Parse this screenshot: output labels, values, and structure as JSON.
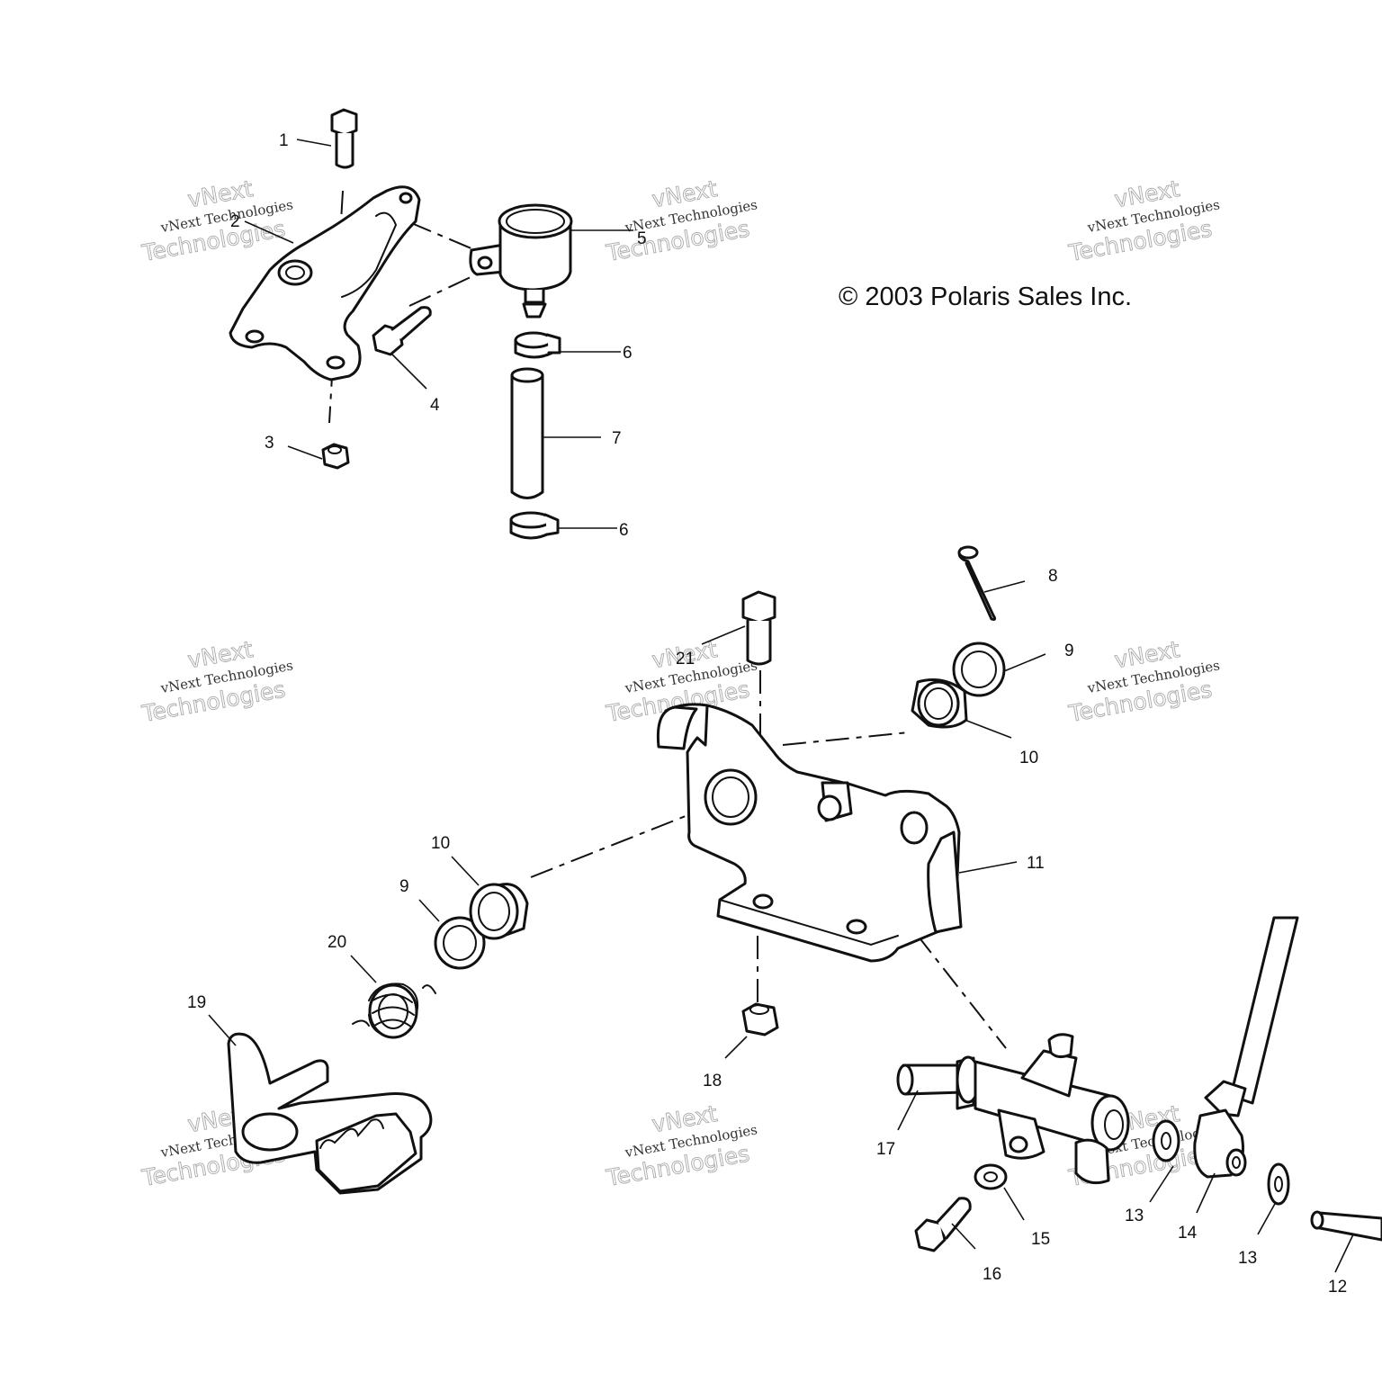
{
  "copyright": "© 2003 Polaris Sales Inc.",
  "watermark": {
    "line1": "vNext Technologies",
    "line2": "vNext",
    "line3": "Technologies"
  },
  "callouts": {
    "c1": "1",
    "c2": "2",
    "c3": "3",
    "c4": "4",
    "c5": "5",
    "c6a": "6",
    "c6b": "6",
    "c7": "7",
    "c8": "8",
    "c9a": "9",
    "c9b": "9",
    "c10a": "10",
    "c10b": "10",
    "c11": "11",
    "c12": "12",
    "c13a": "13",
    "c13b": "13",
    "c14": "14",
    "c15": "15",
    "c16": "16",
    "c17": "17",
    "c18": "18",
    "c19": "19",
    "c20": "20",
    "c21": "21"
  },
  "colors": {
    "ink": "#111111",
    "background": "#ffffff",
    "watermark": "#aaaaaa"
  }
}
